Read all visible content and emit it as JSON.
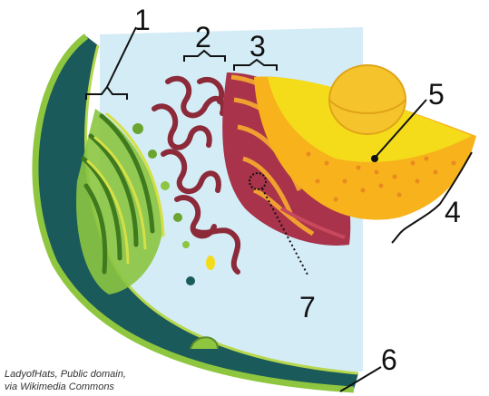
{
  "labels": {
    "n1": "1",
    "n2": "2",
    "n3": "3",
    "n4": "4",
    "n5": "5",
    "n6": "6",
    "n7": "7"
  },
  "credit": {
    "line1": "LadyofHats, Public domain,",
    "line2": "via Wikimedia Commons"
  },
  "colors": {
    "background": "#ffffff",
    "cytoplasm": "#d4ecf6",
    "cell_wall_outer": "#8fc640",
    "cell_wall_inner": "#1a5a5a",
    "golgi": "#6ba42f",
    "smooth_er": "#8c2a3a",
    "rough_er": "#a8334a",
    "ribosome_ridges": "#f0a030",
    "nucleus": "#f7b21c",
    "nucleus_envelope": "#f4dc1a",
    "nucleolus": "#f5c32c"
  }
}
